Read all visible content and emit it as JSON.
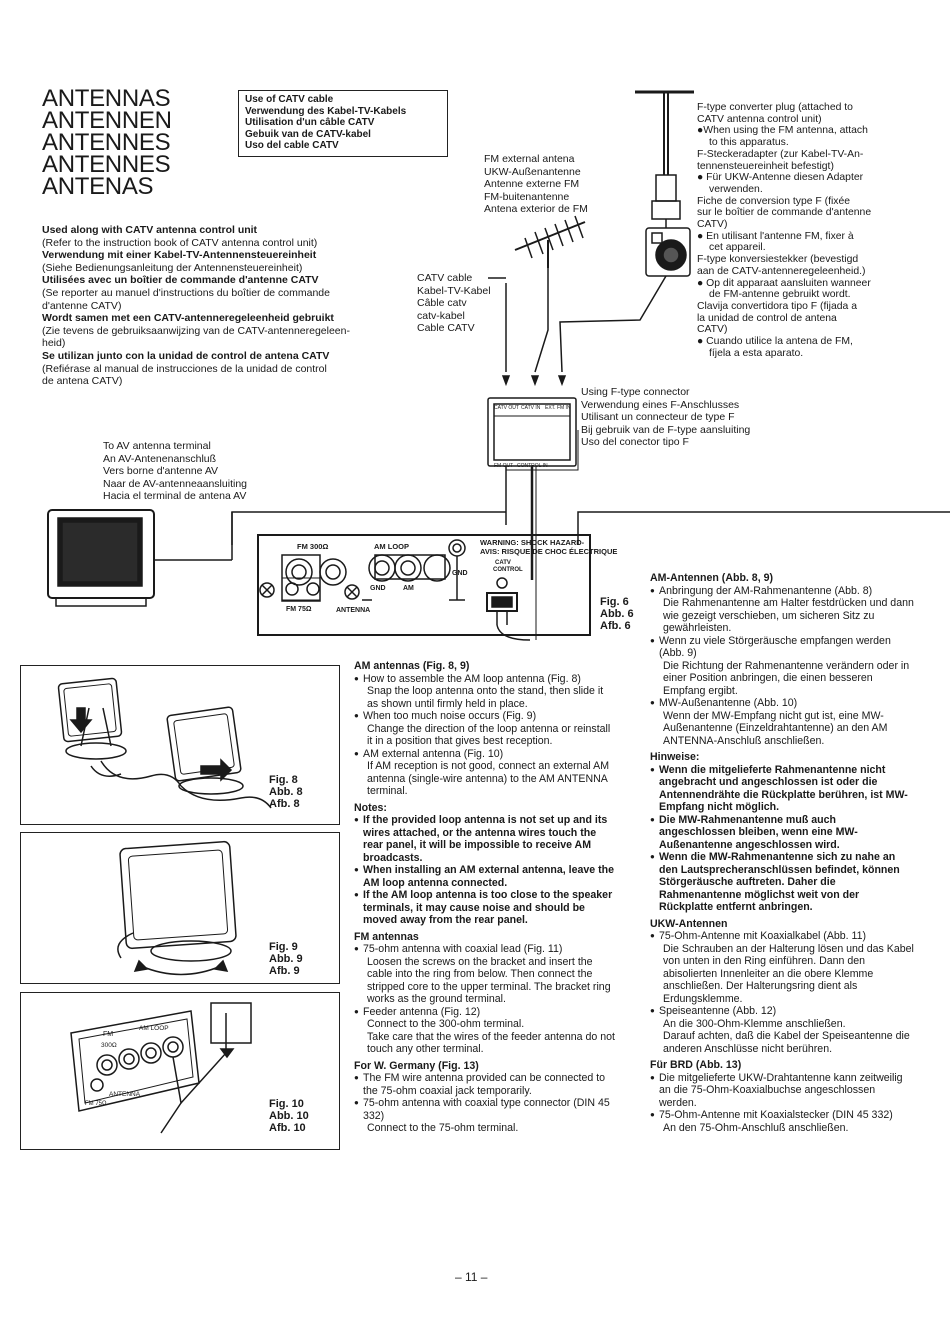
{
  "title_lines": [
    "ANTENNAS",
    "ANTENNEN",
    "ANTENNES",
    "ANTENNES",
    "ANTENAS"
  ],
  "catv_box": [
    "Use of CATV cable",
    "Verwendung des Kabel-TV-Kabels",
    "Utilisation d'un câble CATV",
    "Gebuik van de CATV-kabel",
    "Uso del cable CATV"
  ],
  "used_along": [
    {
      "t": "Used along with CATV antenna control unit",
      "bold": true
    },
    {
      "t": "(Refer to the instruction book of CATV antenna control unit)",
      "bold": false
    },
    {
      "t": "Verwendung mit einer Kabel-TV-Antennensteuereinheit",
      "bold": true
    },
    {
      "t": "(Siehe Bedienungsanleitung der Antennensteuereinheit)",
      "bold": false
    },
    {
      "t": "Utilisées avec un boîtier de commande d'antenne CATV",
      "bold": true
    },
    {
      "t": "(Se reporter au manuel d'instructions du boîtier de commande",
      "bold": false
    },
    {
      "t": "d'antenne CATV)",
      "bold": false
    },
    {
      "t": "Wordt samen met een CATV-antenneregeleenheid gebruikt",
      "bold": true
    },
    {
      "t": "(Zie tevens de gebruiksaanwijzing van de CATV-antenneregeleen-",
      "bold": false
    },
    {
      "t": "heid)",
      "bold": false
    },
    {
      "t": "Se utilizan junto con la unidad de control de antena CATV",
      "bold": true
    },
    {
      "t": "(Refiérase al manual de instrucciones de la unidad de control",
      "bold": false
    },
    {
      "t": "de antena CATV)",
      "bold": false
    }
  ],
  "fm_external": [
    "FM external antena",
    "UKW-Außenantenne",
    "Antenne externe FM",
    "FM-buitenantenne",
    "Antena exterior de FM"
  ],
  "catv_cable": [
    "CATV cable",
    "Kabel-TV-Kabel",
    "Câble catv",
    "catv-kabel",
    "Cable CATV"
  ],
  "ftype_converter": [
    {
      "t": "F-type converter plug (attached to",
      "ind": false
    },
    {
      "t": "CATV antenna control unit)",
      "ind": false
    },
    {
      "t": "●When using the FM antenna, attach",
      "ind": false
    },
    {
      "t": "to this apparatus.",
      "ind": true
    },
    {
      "t": "F-Steckeradapter (zur Kabel-TV-An-",
      "ind": false
    },
    {
      "t": "tennensteuereinheit befestigt)",
      "ind": false
    },
    {
      "t": "● Für UKW-Antenne diesen Adapter",
      "ind": false
    },
    {
      "t": "verwenden.",
      "ind": true
    },
    {
      "t": "Fiche de conversion type F (fixée",
      "ind": false
    },
    {
      "t": "sur le boîtier de commande d'antenne",
      "ind": false
    },
    {
      "t": "CATV)",
      "ind": false
    },
    {
      "t": "● En utilisant l'antenne FM, fixer à",
      "ind": false
    },
    {
      "t": "cet appareil.",
      "ind": true
    },
    {
      "t": "F-type konversiestekker (bevestigd",
      "ind": false
    },
    {
      "t": "aan de CATV-antenneregeleenheid.)",
      "ind": false
    },
    {
      "t": "● Op dit apparaat aansluiten wanneer",
      "ind": false
    },
    {
      "t": "de FM-antenne gebruikt wordt.",
      "ind": true
    },
    {
      "t": "Clavija convertidora tipo F (fijada a",
      "ind": false
    },
    {
      "t": "la unidad de control de antena",
      "ind": false
    },
    {
      "t": "CATV)",
      "ind": false
    },
    {
      "t": "● Cuando utilice la antena de FM,",
      "ind": false
    },
    {
      "t": "fíjela a esta aparato.",
      "ind": true
    }
  ],
  "using_ftype": [
    "Using F-type connector",
    "Verwendung eines F-Anschlusses",
    "Utilisant un connecteur de type F",
    "Bij gebruik van de F-type aansluiting",
    "Uso del conector tipo F"
  ],
  "to_av": [
    "To AV antenna terminal",
    "An AV-Antenenanschluß",
    "Vers borne d'antenne AV",
    "Naar de AV-antenneaansluiting",
    "Hacia el terminal de antena AV"
  ],
  "control_box": {
    "catv_out": "CATV OUT",
    "catv_in": "CATV IN",
    "ext_fm": "EXT. FM IN",
    "fm_out": "FM OUT",
    "control_in": "CONTROL IN"
  },
  "panel": {
    "fm300": "FM 300Ω",
    "am_loop": "AM LOOP",
    "fm75": "FM 75Ω",
    "antenna": "ANTENNA",
    "gnd": "GND",
    "am": "AM",
    "gnd2": "GND",
    "warning1": "WARNING: SHOCK HAZARD-",
    "warning2": "AVIS: RISQUE DE CHOC ÉLECTRIQUE",
    "catv_control1": "CATV",
    "catv_control2": "CONTROL"
  },
  "fig6": [
    "Fig. 6",
    "Abb. 6",
    "Afb. 6"
  ],
  "fig8": [
    "Fig. 8",
    "Abb. 8",
    "Afb. 8"
  ],
  "fig9": [
    "Fig. 9",
    "Abb. 9",
    "Afb. 9"
  ],
  "fig10": [
    "Fig. 10",
    "Abb. 10",
    "Afb. 10"
  ],
  "fig10_labels": {
    "fm": "FM",
    "fm300": "300Ω",
    "am_loop": "AM LOOP",
    "antenna": "ANTENNA",
    "fm75": "FM 75Ω"
  },
  "middle_col": [
    {
      "t": "AM antennas (Fig. 8, 9)",
      "s": "head"
    },
    {
      "t": "How to assemble the AM loop antenna (Fig. 8)",
      "s": "bul"
    },
    {
      "t": "Snap the loop antenna onto the stand, then slide it as shown until firmly held in place.",
      "s": "ind"
    },
    {
      "t": "When too much noise occurs (Fig. 9)",
      "s": "bul"
    },
    {
      "t": "Change the direction of the loop antenna or reinstall it in a position that gives best reception.",
      "s": "ind"
    },
    {
      "t": "AM external antenna (Fig. 10)",
      "s": "bul"
    },
    {
      "t": "If AM reception is not good, connect an external AM antenna (single-wire antenna) to the AM ANTENNA terminal.",
      "s": "ind"
    },
    {
      "t": "Notes:",
      "s": "head"
    },
    {
      "t": "If the provided loop antenna is not set up and its wires attached, or the antenna wires touch the rear panel, it will be impossible to receive AM broadcasts.",
      "s": "bbul"
    },
    {
      "t": "When installing an AM external antenna, leave the AM loop antenna connected.",
      "s": "bbul"
    },
    {
      "t": "If the AM loop antenna is too close to the speaker terminals, it may cause noise and should be moved away from the rear panel.",
      "s": "bbul"
    },
    {
      "t": "FM antennas",
      "s": "head"
    },
    {
      "t": "75-ohm antenna with coaxial lead (Fig. 11)",
      "s": "bul"
    },
    {
      "t": "Loosen the screws on the bracket and insert the cable into the ring from below. Then connect the stripped core to the upper terminal. The bracket ring works as the ground terminal.",
      "s": "ind"
    },
    {
      "t": "Feeder antenna (Fig. 12)",
      "s": "bul"
    },
    {
      "t": "Connect to the 300-ohm terminal.",
      "s": "ind"
    },
    {
      "t": "Take care that the wires of the feeder antenna do not touch any other terminal.",
      "s": "ind"
    },
    {
      "t": "For W. Germany (Fig. 13)",
      "s": "head"
    },
    {
      "t": "The FM wire antenna provided can be connected to the 75-ohm coaxial jack temporarily.",
      "s": "bul"
    },
    {
      "t": "75-ohm antenna with coaxial type connector (DIN 45 332)",
      "s": "bul"
    },
    {
      "t": "Connect to the 75-ohm terminal.",
      "s": "ind"
    }
  ],
  "right_col": [
    {
      "t": "AM-Antennen (Abb. 8, 9)",
      "s": "head"
    },
    {
      "t": "Anbringung der AM-Rahmenantenne (Abb. 8)",
      "s": "bul"
    },
    {
      "t": "Die Rahmenantenne am Halter festdrücken und dann wie gezeigt verschieben, um sicheren Sitz zu gewährleisten.",
      "s": "ind"
    },
    {
      "t": "Wenn zu viele Störgeräusche empfangen werden (Abb. 9)",
      "s": "bul"
    },
    {
      "t": "Die Richtung der Rahmenantenne verändern oder in einer Position anbringen, die einen besseren Empfang ergibt.",
      "s": "ind"
    },
    {
      "t": "MW-Außenantenne (Abb. 10)",
      "s": "bul"
    },
    {
      "t": "Wenn der MW-Empfang nicht gut ist, eine MW-Außenantenne (Einzeldrahtantenne) an den AM ANTENNA-Anschluß anschließen.",
      "s": "ind"
    },
    {
      "t": "Hinweise:",
      "s": "head"
    },
    {
      "t": "Wenn die mitgelieferte Rahmenantenne nicht angebracht und angeschlossen ist oder die Antennendrähte die Rückplatte berühren, ist MW-Empfang nicht möglich.",
      "s": "bbul"
    },
    {
      "t": "Die MW-Rahmenantenne muß auch angeschlossen bleiben, wenn eine MW-Außenantenne angeschlossen wird.",
      "s": "bbul"
    },
    {
      "t": "Wenn die MW-Rahmenantenne sich zu nahe an den Lautsprecheranschlüssen befindet, können Störgeräusche auftreten. Daher die Rahmenantenne möglichst weit von der Rückplatte entfernt anbringen.",
      "s": "bbul"
    },
    {
      "t": "UKW-Antennen",
      "s": "head"
    },
    {
      "t": "75-Ohm-Antenne mit Koaxialkabel (Abb. 11)",
      "s": "bul"
    },
    {
      "t": "Die Schrauben an der Halterung lösen und das Kabel von unten in den Ring einführen. Dann den abisolierten Innenleiter an die obere Klemme anschließen. Der Halterungsring dient als Erdungsklemme.",
      "s": "ind"
    },
    {
      "t": "Speiseantenne (Abb. 12)",
      "s": "bul"
    },
    {
      "t": "An die 300-Ohm-Klemme anschließen.",
      "s": "ind"
    },
    {
      "t": "Darauf achten, daß die Kabel der Speiseantenne die anderen Anschlüsse nicht berühren.",
      "s": "ind"
    },
    {
      "t": "Für BRD (Abb. 13)",
      "s": "head"
    },
    {
      "t": "Die mitgelieferte UKW-Drahtantenne kann zeitweilig an die 75-Ohm-Koaxialbuchse angeschlossen werden.",
      "s": "bul"
    },
    {
      "t": "75-Ohm-Antenne mit Koaxialstecker (DIN 45 332)",
      "s": "bul"
    },
    {
      "t": "An den 75-Ohm-Anschluß anschließen.",
      "s": "ind"
    }
  ],
  "page_number": "– 11 –"
}
